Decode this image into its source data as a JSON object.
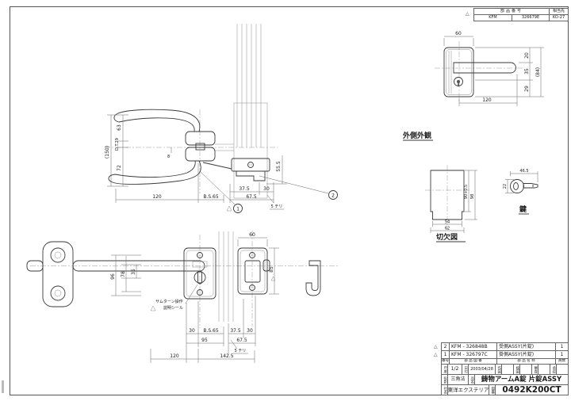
{
  "sheet_header": {
    "part_no_label": "部品番号",
    "dest_label": "相当先",
    "maker": "KFM",
    "part_no": "326679E",
    "dest": "KO-27"
  },
  "side_view": {
    "balloons": {
      "b1": "1",
      "b2": "2"
    },
    "dims": {
      "total_h": "(150)",
      "h63": "63",
      "dt29": "D.T.29",
      "h72": "72",
      "d8": "8",
      "r555": "55.5",
      "w120": "120",
      "bs65": "B.S.65",
      "w375": "37.5",
      "w30": "30",
      "w675": "67.5",
      "chiri": "5 チリ"
    }
  },
  "outside_view": {
    "label": "外側外観",
    "dims": {
      "w60": "60",
      "h20": "20",
      "h35": "35",
      "h29": "29",
      "ht84": "(84)",
      "w120": "120"
    }
  },
  "cutout_view": {
    "label": "切欠図",
    "dims": {
      "w54": "54",
      "w62": "62",
      "h90": "90+0.5",
      "h98": "98"
    }
  },
  "key_view": {
    "label": "鍵",
    "dims": {
      "w465": "46.5",
      "h22": "22"
    }
  },
  "plan_view": {
    "note1": "サムターン操作",
    "note2": "説明シール",
    "dims": {
      "w60": "60",
      "h96": "96",
      "h78": "78",
      "h35": "35",
      "h85": "85",
      "w30a": "30",
      "bs65": "B.S.65",
      "w375": "37.5",
      "w30b": "30",
      "w95": "95",
      "w675": "67.5",
      "chiri": "5 チリ",
      "w120": "120",
      "w1425": "142.5"
    }
  },
  "title_block": {
    "parts": [
      {
        "no": "2",
        "code": "KFM - 326848B",
        "name": "受側ASSY(片錠)",
        "qty": "1"
      },
      {
        "no": "1",
        "code": "KFM - 326797C",
        "name": "掛側ASSY(片錠)",
        "qty": "1"
      }
    ],
    "cols": {
      "no": "番号",
      "code": "部 品 図 番",
      "name": "部 品 名 称",
      "qty": "員数"
    },
    "scale_label": "尺度",
    "scale": "1/2",
    "date_label": "日付",
    "date": "2003/04/28",
    "stamps": [
      "作図",
      "検図",
      "審査",
      "承認"
    ],
    "proj_label": "投影",
    "projection": "三角法",
    "name_label": "品名",
    "title": "鋳物アームA錠 片錠ASSY",
    "company_label": "社名",
    "company": "東洋エクステリア",
    "dwg_label": "図番",
    "drawing_no": "0492K200CT"
  }
}
